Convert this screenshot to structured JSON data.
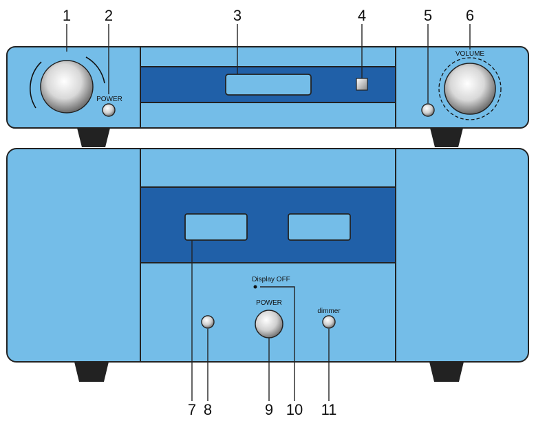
{
  "colors": {
    "panel": "#74bde8",
    "dark": "#2060a8",
    "outline": "#222222"
  },
  "callouts": [
    "1",
    "2",
    "3",
    "4",
    "5",
    "6",
    "7",
    "8",
    "9",
    "10",
    "11"
  ],
  "labels": {
    "power_top": "POWER",
    "volume": "VOLUME",
    "display_off": "Display OFF",
    "power_bottom": "POWER",
    "dimmer": "dimmer"
  },
  "icons": [
    "knob-icon",
    "button-icon",
    "led-icon"
  ]
}
